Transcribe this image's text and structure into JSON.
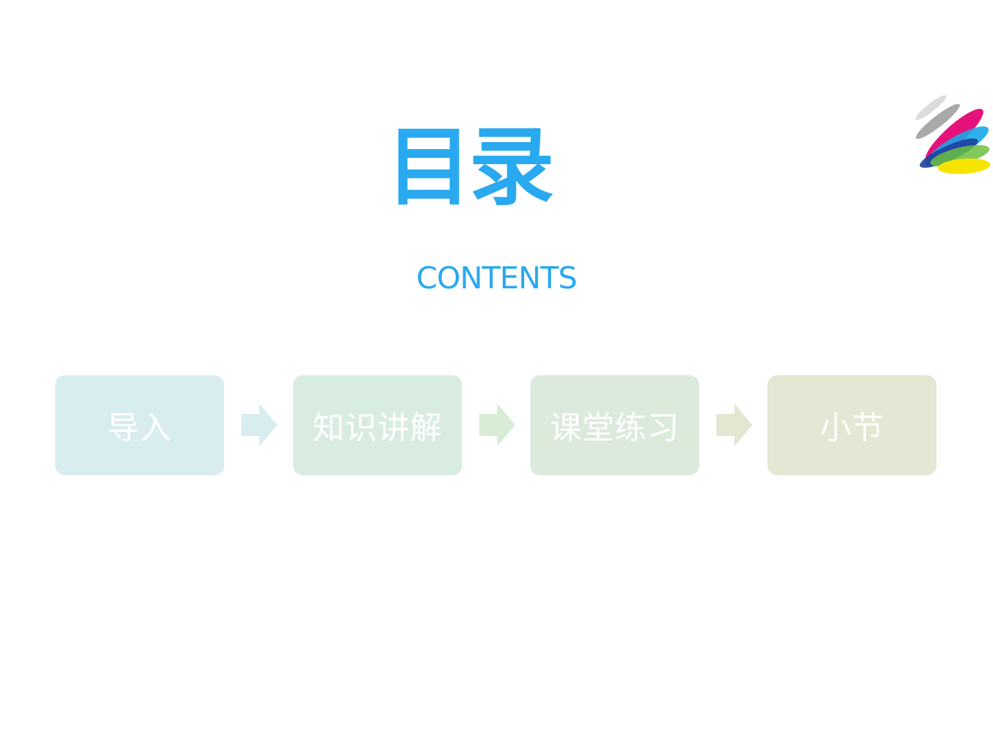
{
  "slide": {
    "title": "目录",
    "subtitle": "CONTENTS"
  },
  "steps": [
    {
      "label": "导入",
      "color": "#d9ecef"
    },
    {
      "label": "知识讲解",
      "color": "#d8ece0"
    },
    {
      "label": "课堂练习",
      "color": "#dbeadb"
    },
    {
      "label": "小节",
      "color": "#e5e6d3"
    }
  ],
  "arrows": [
    {
      "color": "#d9ecef"
    },
    {
      "color": "#d8ecd6"
    },
    {
      "color": "#e3e6d0"
    }
  ],
  "colors": {
    "accent": "#29a9ef",
    "logo_gray": "#9a9a9a",
    "logo_magenta": "#e6127c",
    "logo_cyan": "#19a7e8",
    "logo_blue": "#1f3f9e",
    "logo_green": "#6cbf3f",
    "logo_yellow": "#f6e400"
  }
}
